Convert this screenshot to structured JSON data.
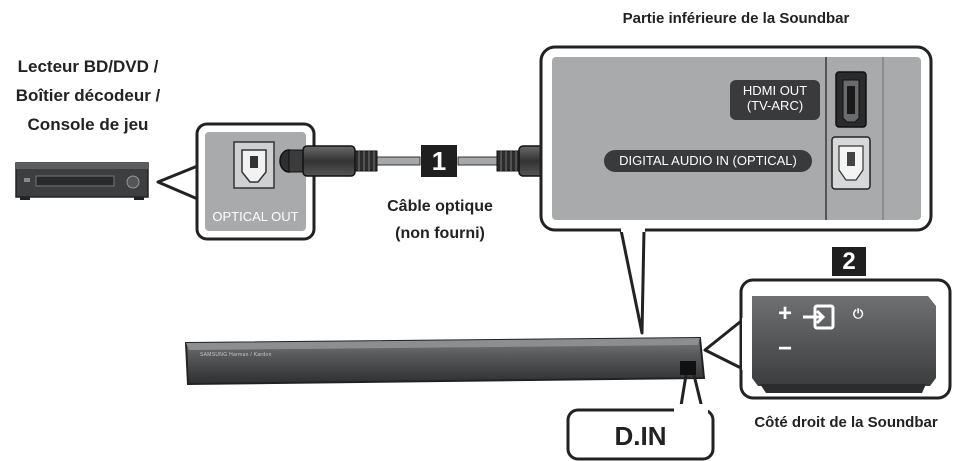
{
  "source_device": {
    "line1": "Lecteur BD/DVD /",
    "line2": "Boîtier décodeur /",
    "line3": "Console de jeu"
  },
  "optical_out_label": "OPTICAL OUT",
  "cable": {
    "step_number": "1",
    "label_line1": "Câble optique",
    "label_line2": "(non fourni)"
  },
  "soundbar_bottom": {
    "title": "Partie inférieure de la Soundbar",
    "hdmi_label_line1": "HDMI OUT",
    "hdmi_label_line2": "(TV-ARC)",
    "digital_in_label": "DIGITAL AUDIO IN (OPTICAL)"
  },
  "soundbar_side": {
    "step_number": "2",
    "plus": "+",
    "minus": "−",
    "power_icon": "⏻",
    "caption": "Côté droit de la Soundbar"
  },
  "display_text": "D.IN",
  "soundbar_brand": "SAMSUNG   Harman / Kardon",
  "colors": {
    "panel_gray": "#a9aaac",
    "soundbar_dark": "#4a4b4d",
    "label_dark": "#3a3a3c",
    "outline": "#222222"
  }
}
